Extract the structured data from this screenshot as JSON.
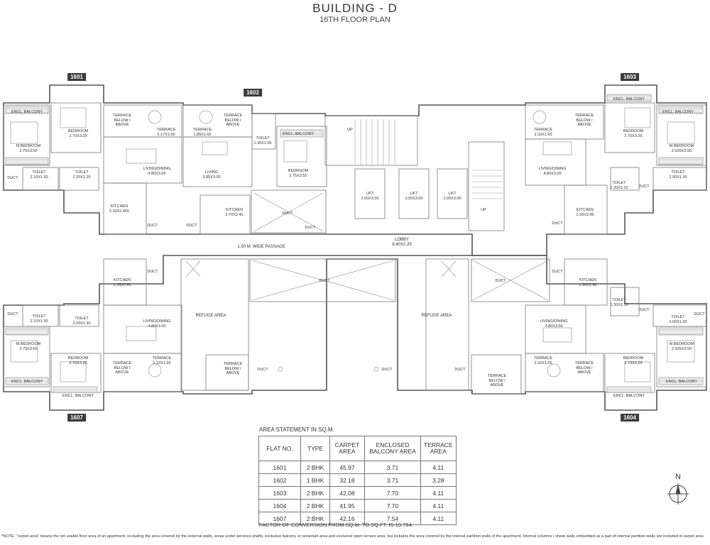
{
  "header": {
    "title": "BUILDING - D",
    "subtitle": "16TH FLOOR PLAN"
  },
  "flats": [
    {
      "id": "1601"
    },
    {
      "id": "1602"
    },
    {
      "id": "1603"
    },
    {
      "id": "1604"
    },
    {
      "id": "1607"
    }
  ],
  "rooms": {
    "encl_balcony": "ENCL. BALCONY",
    "bedroom_1601": "BEDROOM\n2.70X3.25",
    "m_bedroom_1601": "M.BEDROOM\n2.75X3.50",
    "terrace_below": "TERRACE\nBELOW /\nABOVE",
    "terrace_1601": "TERRACE\n2.17X1.65",
    "terrace_1602": "TERRACE\n1.85X1.65",
    "toilet_1602": "TOILET\n1.35X1.95",
    "bedroom_1602": "BEDROOM\n2.75X3.55",
    "living_dining_1601": "LIVING/DINING\n4.80X3.00",
    "living_1602": "LIVING\n3.85X3.05",
    "toilet_a": "TOILET\n2.10X1.30",
    "toilet_b": "TOILET\n2.20X1.30",
    "duct": "DUCT",
    "kitchen_1601": "KITCHEN\n2.30X2.450",
    "kitchen_1602": "KITCHEN\n2.70X2.40",
    "lift_1": "LIFT\n2.00X3.00",
    "lift_2": "LIFT\n2.00X3.00",
    "lift_3": "LIFT\n2.00X3.00",
    "up": "UP",
    "lobby": "LOBBY\n8.40X2.25",
    "passage": "1.50 M. WIDE PASSAGE",
    "refuge_area": "REFUGE AREA",
    "terrace_1603": "TERRACE\n2.32X1.65",
    "bedroom_1603": "BEDROOM\n2.70X3.25",
    "m_bedroom_1603": "M.BEDROOM\n2.925X3.50",
    "living_dining_1603": "LIVING/DINING\n4.80X3.00",
    "toilet_1603a": "TOILET\n1.30X2.10",
    "toilet_1603b": "TOILET\n2.00X1.30",
    "kitchen_1603": "KITCHEN\n2.30X2.45",
    "kitchen_1607": "KITCHEN\n2.35X2.40",
    "living_dining_1607": "LIVING/DINING\n4.80X3.00",
    "m_bedroom_1607": "M.BEDROOM\n2.75X3.50",
    "bedroom_1607": "BEDROOM\n2.70X3.25",
    "terrace_1607": "TERRACE\n2.32X1.65",
    "kitchen_1604": "KITCHEN\n2.35X2.40",
    "toilet_1604a": "TOILET\n1.30X2.15",
    "toilet_1604b": "TOILET\n2.00X1.30",
    "living_dining_1604": "LIVING/DINING\n4.80X3.00",
    "m_bedroom_1604": "M.BEDROOM\n2.925X3.50",
    "bedroom_1604": "BEDROOM\n2.70X3.25",
    "terrace_1604": "TERRACE\n2.32X1.65"
  },
  "area_statement": {
    "title": "AREA STATEMENT IN SQ.M.",
    "headers": [
      "FLAT NO.",
      "TYPE",
      "CARPET\nAREA",
      "ENCLOSED\nBALCONY AREA",
      "TERRACE\nAREA"
    ],
    "rows": [
      [
        "1601",
        "2 BHK",
        "45.97",
        "3.71",
        "4.11"
      ],
      [
        "1602",
        "1 BHK",
        "32.18",
        "3.71",
        "3.28"
      ],
      [
        "1603",
        "2 BHK",
        "42.08",
        "7.70",
        "4.11"
      ],
      [
        "1604",
        "2 BHK",
        "41.95",
        "7.70",
        "4.11"
      ],
      [
        "1607",
        "2 BHK",
        "42.16",
        "7.54",
        "4.11"
      ]
    ]
  },
  "factor": "FACTOR OF CONVERSION FROM SQ.M. TO SQ.FT. IS 10.764.",
  "note": "*NOTE: \"carpet area\" means the net usable floor area of an apartment, excluding the area covered by the external walls, areas under services shafts, exclusive balcony or verandah area and exclusive open terrace area, but includes the area covered by the internal partition walls of the apartment. Internal columns / shear walls embedded as a part of internal partition walls are included in carpet area",
  "compass": {
    "label": "N"
  }
}
